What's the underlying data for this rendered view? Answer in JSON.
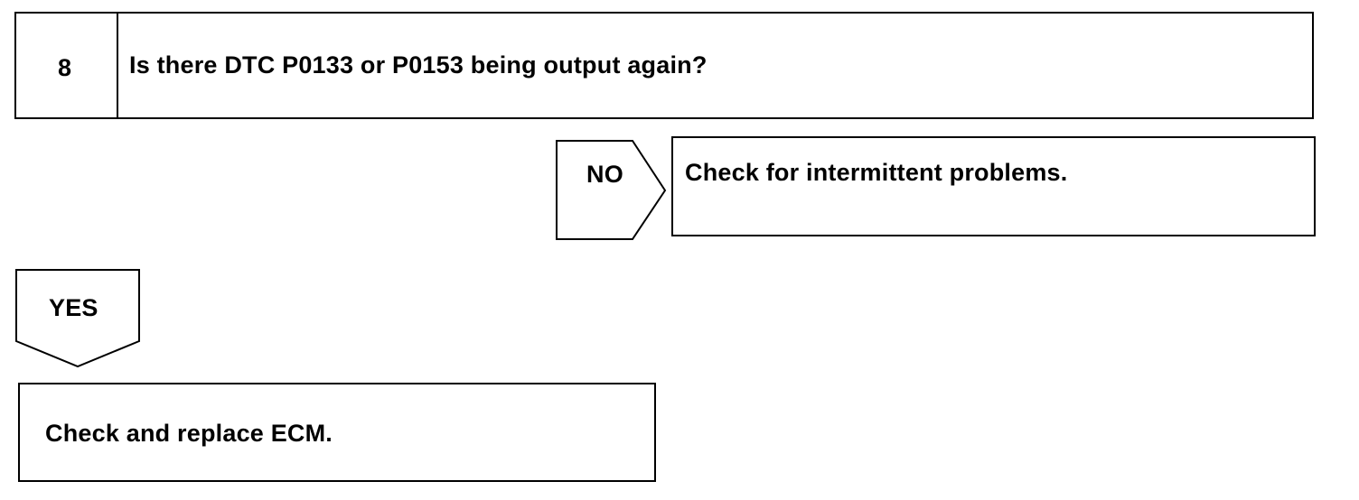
{
  "step": {
    "number": "8",
    "question": "Is there DTC P0133 or P0153 being output again?"
  },
  "branch_no": {
    "label": "NO",
    "result": "Check for intermittent problems."
  },
  "branch_yes": {
    "label": "YES",
    "result": "Check and replace ECM."
  }
}
